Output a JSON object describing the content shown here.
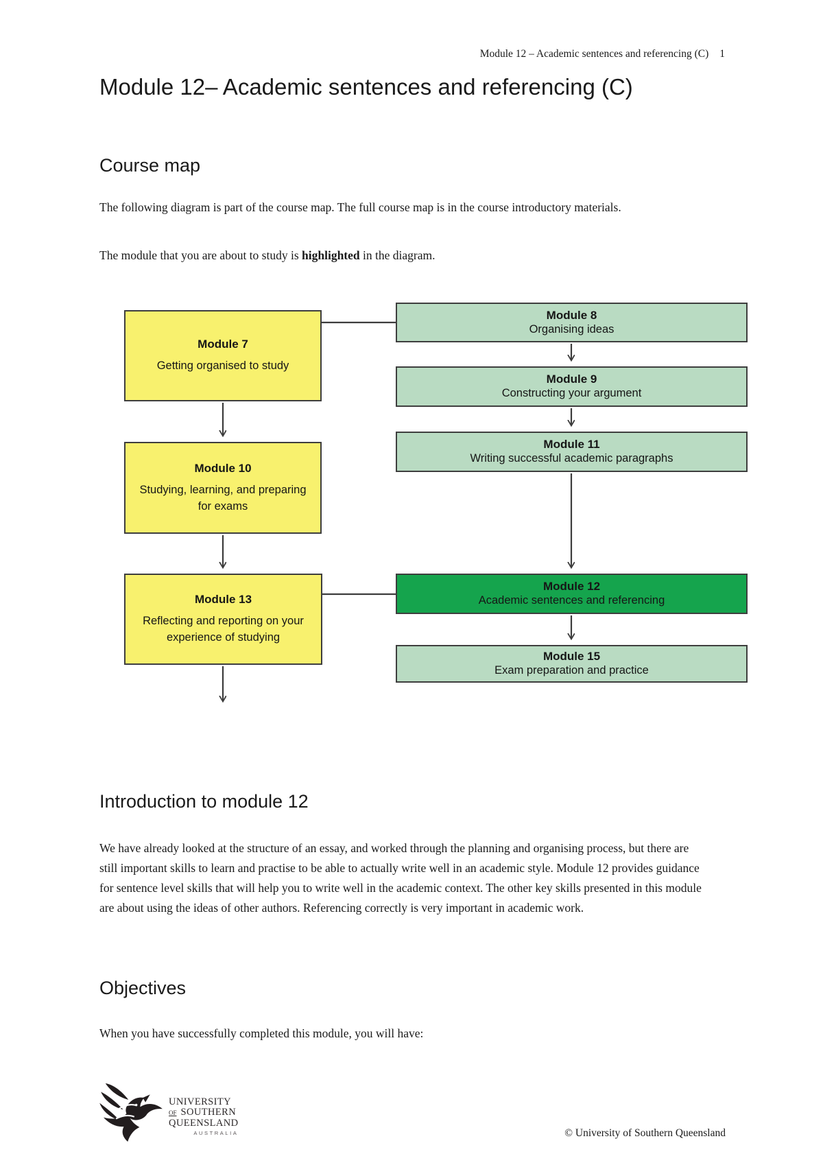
{
  "header": {
    "running_title": "Module 12 – Academic sentences and referencing (C)",
    "page_number": "1"
  },
  "title": "Module 12– Academic sentences and referencing (C)",
  "course_map": {
    "heading": "Course map",
    "para1": "The following diagram is part of the course map. The full course map is in the course introductory materials.",
    "para2_before": "The module that you are about to study is ",
    "para2_bold": "highlighted",
    "para2_after": " in the diagram."
  },
  "introduction": {
    "heading": "Introduction to module 12",
    "para": "We have already looked at the structure of an essay, and worked through the planning and organising process, but there are still important skills to learn and practise to be able to actually write well in an academic style. Module 12 provides guidance for sentence level skills that will help you to write well in the academic context. The other key skills presented in this module are about using the ideas of other authors. Referencing correctly is very important in academic work."
  },
  "objectives": {
    "heading": "Objectives",
    "para": "When you have successfully completed this module, you will have:"
  },
  "diagram": {
    "colors": {
      "yellow": "#F8F16E",
      "light_green": "#B9DBC2",
      "highlight_green": "#15A44D",
      "border": "#3E3E3E"
    },
    "boxes": [
      {
        "id": "m7",
        "title": "Module 7",
        "subtitle": "Getting organised to study",
        "variant": "yellow"
      },
      {
        "id": "m8",
        "title": "Module 8",
        "subtitle": "Organising ideas",
        "variant": "green"
      },
      {
        "id": "m9",
        "title": "Module 9",
        "subtitle": "Constructing your argument",
        "variant": "green"
      },
      {
        "id": "m10",
        "title": "Module 10",
        "subtitle": "Studying, learning, and preparing for exams",
        "variant": "yellow"
      },
      {
        "id": "m11",
        "title": "Module 11",
        "subtitle": "Writing successful academic paragraphs",
        "variant": "green"
      },
      {
        "id": "m13",
        "title": "Module 13",
        "subtitle": "Reflecting and reporting on your experience of studying",
        "variant": "yellow"
      },
      {
        "id": "m12",
        "title": "Module 12",
        "subtitle": "Academic sentences and referencing",
        "variant": "highlight",
        "highlighted": true
      },
      {
        "id": "m15",
        "title": "Module 15",
        "subtitle": "Exam preparation and practice",
        "variant": "green"
      }
    ]
  },
  "footer": {
    "logo_line1": "UNIVERSITY",
    "logo_line2_small": "OF",
    "logo_line2": "SOUTHERN",
    "logo_line3": "QUEENSLAND",
    "logo_line4": "AUSTRALIA",
    "copyright": "© University of Southern Queensland"
  }
}
